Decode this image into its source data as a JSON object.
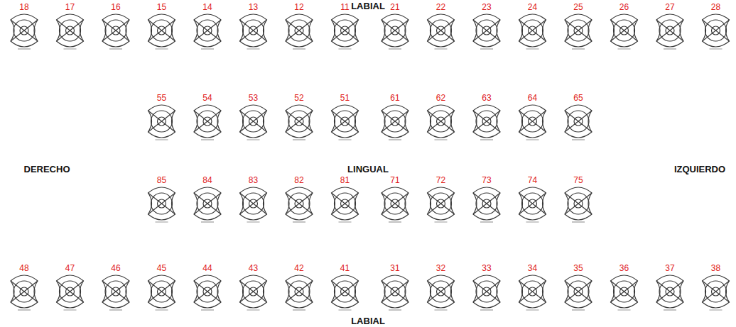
{
  "diagram": {
    "labels": [
      "LABIAL",
      "18",
      "17",
      "16",
      "15",
      "14",
      "13",
      "12",
      "11",
      "21",
      "22",
      "23",
      "24",
      "25",
      "26",
      "27",
      "28",
      "55",
      "54",
      "53",
      "52",
      "51",
      "61",
      "62",
      "63",
      "64",
      "65",
      "DERECHO",
      "LINGUAL",
      "IZQUIERDO",
      "85",
      "84",
      "83",
      "82",
      "81",
      "71",
      "72",
      "73",
      "74",
      "75",
      "48",
      "47",
      "46",
      "45",
      "44",
      "43",
      "42",
      "41",
      "31",
      "32",
      "33",
      "34",
      "35",
      "36",
      "37",
      "38",
      "LABIAL"
    ]
  }
}
